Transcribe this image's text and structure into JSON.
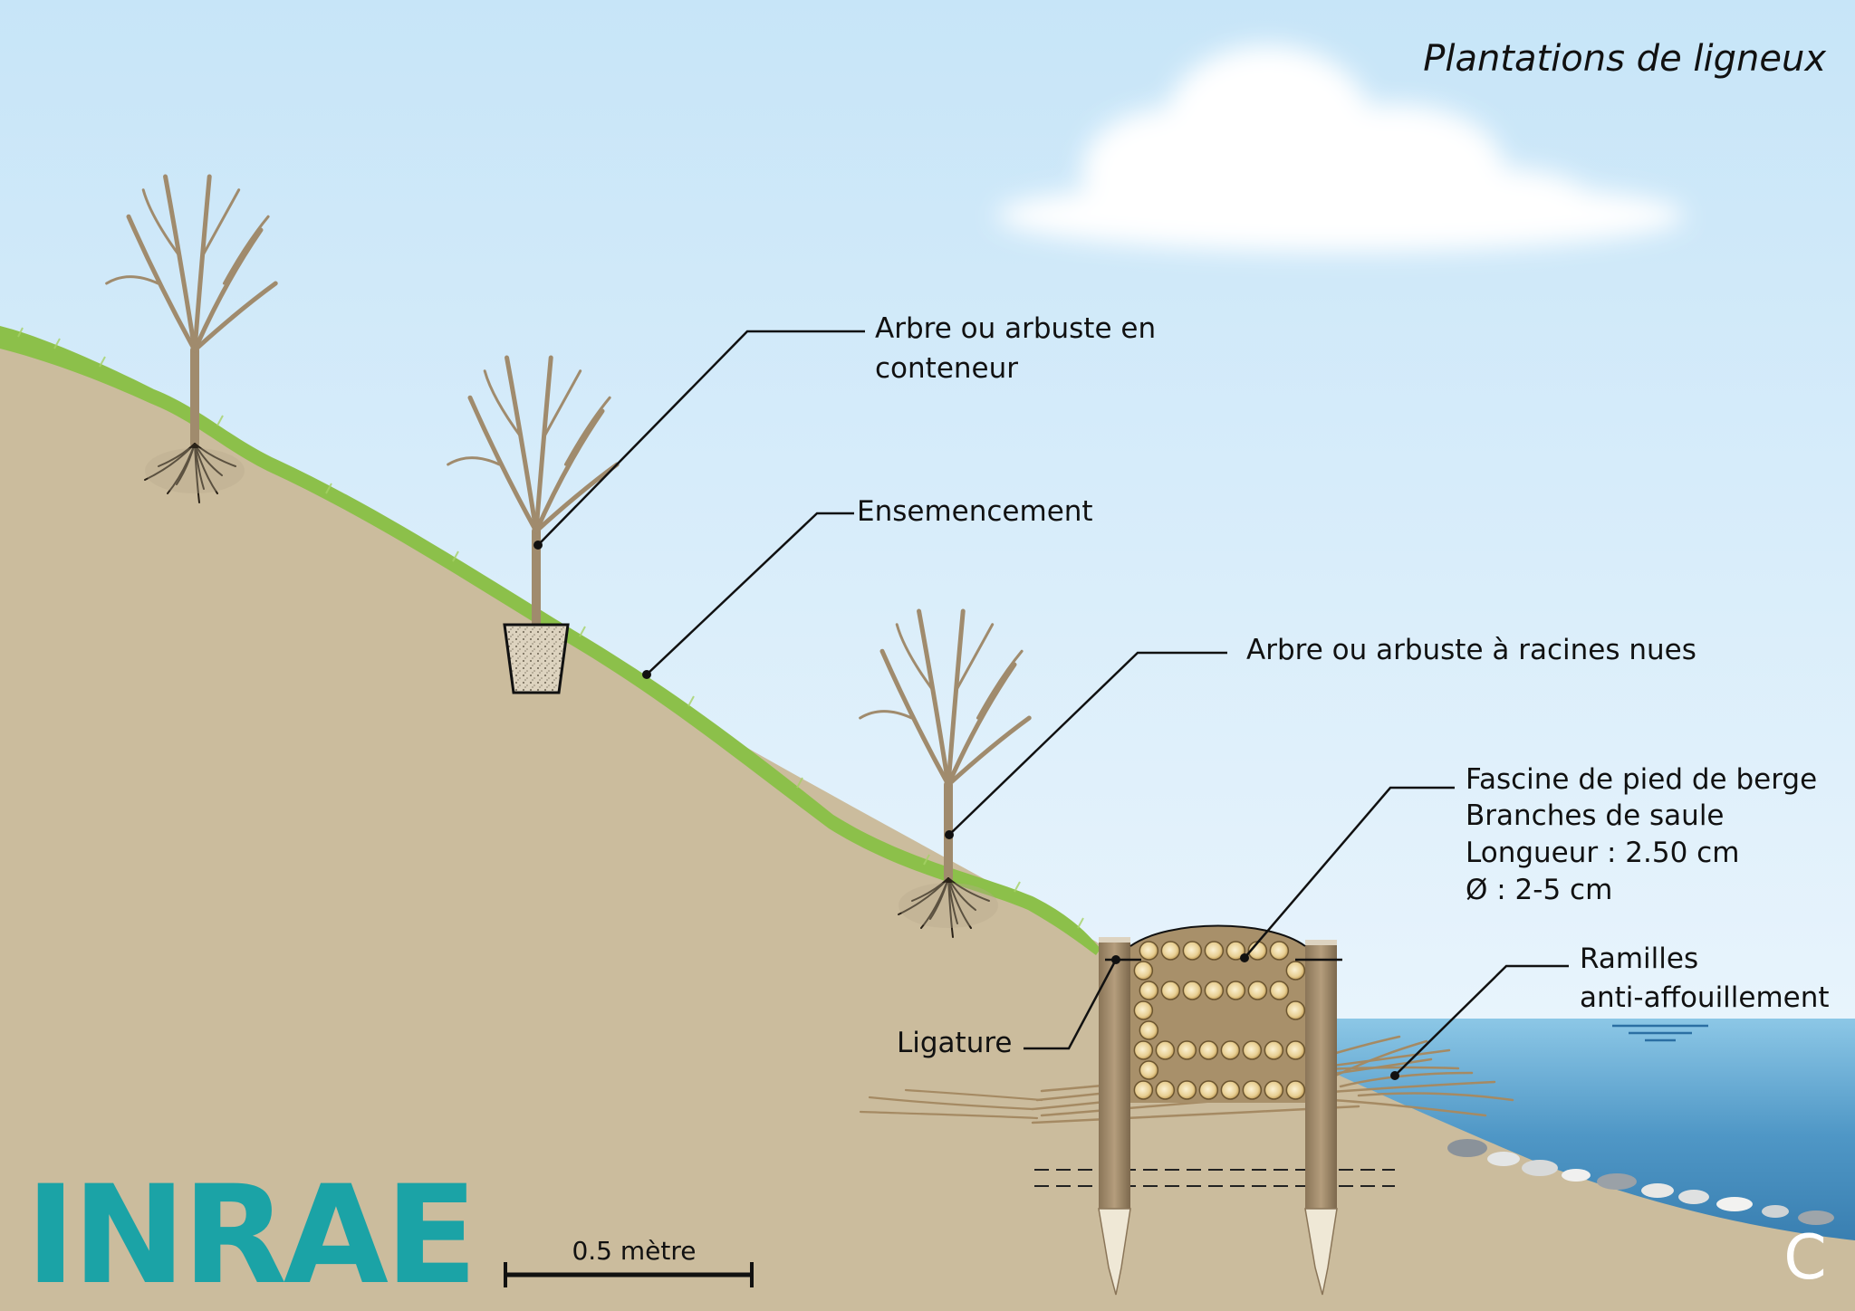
{
  "title": "Plantations de ligneux",
  "logo": {
    "text": "INRAE"
  },
  "corner_letter": "C",
  "labels": {
    "container_tree_line1": "Arbre ou arbuste en",
    "container_tree_line2": "conteneur",
    "seeding": "Ensemencement",
    "bare_root_tree": "Arbre ou arbuste à racines nues",
    "fascine_line1": "Fascine de pied de berge",
    "fascine_line2": "Branches de saule",
    "fascine_line3": "Longueur : 2.50 cm",
    "fascine_line4": "Ø : 2-5 cm",
    "twigs_line1": "Ramilles",
    "twigs_line2": "anti-affouillement",
    "binding": "Ligature"
  },
  "scale_bar": {
    "label": "0.5 mètre"
  },
  "colors": {
    "sky_top": "#c7e5f8",
    "sky_bottom": "#eef7fd",
    "soil": "#cbbc9d",
    "grass": "#8cc04a",
    "water": "#3a86b8",
    "trunk": "#a08b6d",
    "logo": "#1ba3a6"
  }
}
